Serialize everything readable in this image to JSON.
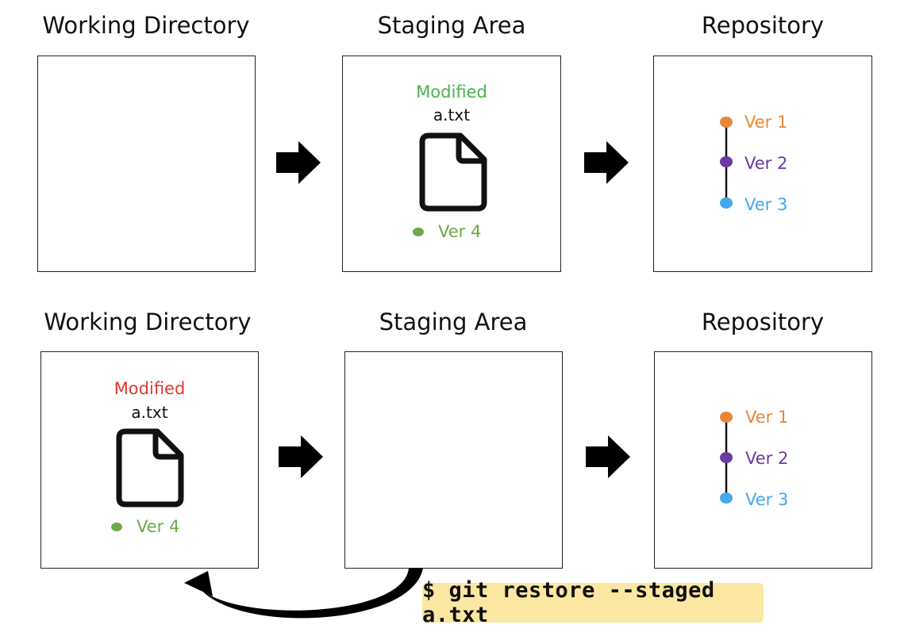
{
  "colors": {
    "staged_green": "#4caf50",
    "modified_red": "#e03a2f",
    "ver4_green": "#6ea84a",
    "ver1_orange": "#e6883a",
    "ver2_purple": "#6a3aa0",
    "ver3_blue": "#45a8e8",
    "command_bg": "#fbe7a1"
  },
  "top_row": {
    "working_directory": {
      "title": "Working Directory"
    },
    "staging_area": {
      "title": "Staging Area",
      "file": {
        "status": "Modified",
        "name": "a.txt",
        "icon": "file-icon",
        "version": "Ver 4"
      }
    },
    "repository": {
      "title": "Repository",
      "versions": [
        "Ver 1",
        "Ver 2",
        "Ver 3"
      ]
    }
  },
  "bottom_row": {
    "working_directory": {
      "title": "Working Directory",
      "file": {
        "status": "Modified",
        "name": "a.txt",
        "icon": "file-icon",
        "version": "Ver 4"
      }
    },
    "staging_area": {
      "title": "Staging Area"
    },
    "repository": {
      "title": "Repository",
      "versions": [
        "Ver 1",
        "Ver 2",
        "Ver 3"
      ]
    }
  },
  "command": "$ git restore --staged a.txt"
}
